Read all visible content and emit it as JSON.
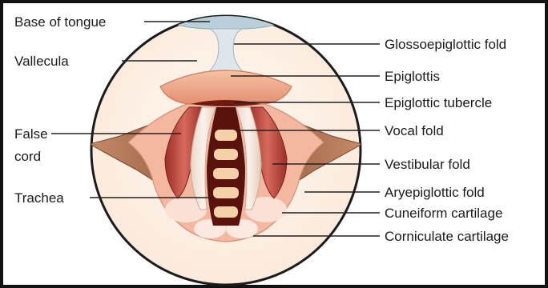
{
  "labels_left": {
    "base_of_tongue": "Base of tongue",
    "vallecula": "Vallecula",
    "false_cord_line1": "False",
    "false_cord_line2": "cord",
    "trachea": "Trachea"
  },
  "labels_right": {
    "glossoepiglottic_fold": "Glossoepiglottic fold",
    "epiglottis": "Epiglottis",
    "epiglottic_tubercle": "Epiglottic tubercle",
    "vocal_fold": "Vocal fold",
    "vestibular_fold": "Vestibular fold",
    "aryepiglottic_fold": "Aryepiglottic fold",
    "cuneiform_cartilage": "Cuneiform cartilage",
    "corniculate_cartilage": "Corniculate cartilage"
  },
  "colors": {
    "frame_border": "#111111",
    "circle_fill": "#fdf1e6",
    "tongue_base": "#b9cfd9",
    "epiglottis": "#f0a88a",
    "fold_shadow": "#a86c4e",
    "muscle_red": "#b2413a",
    "airway_dark": "#5a120c",
    "cartilage_ring": "#f3d2a8",
    "vocal_fold_white": "#f6ece4"
  }
}
